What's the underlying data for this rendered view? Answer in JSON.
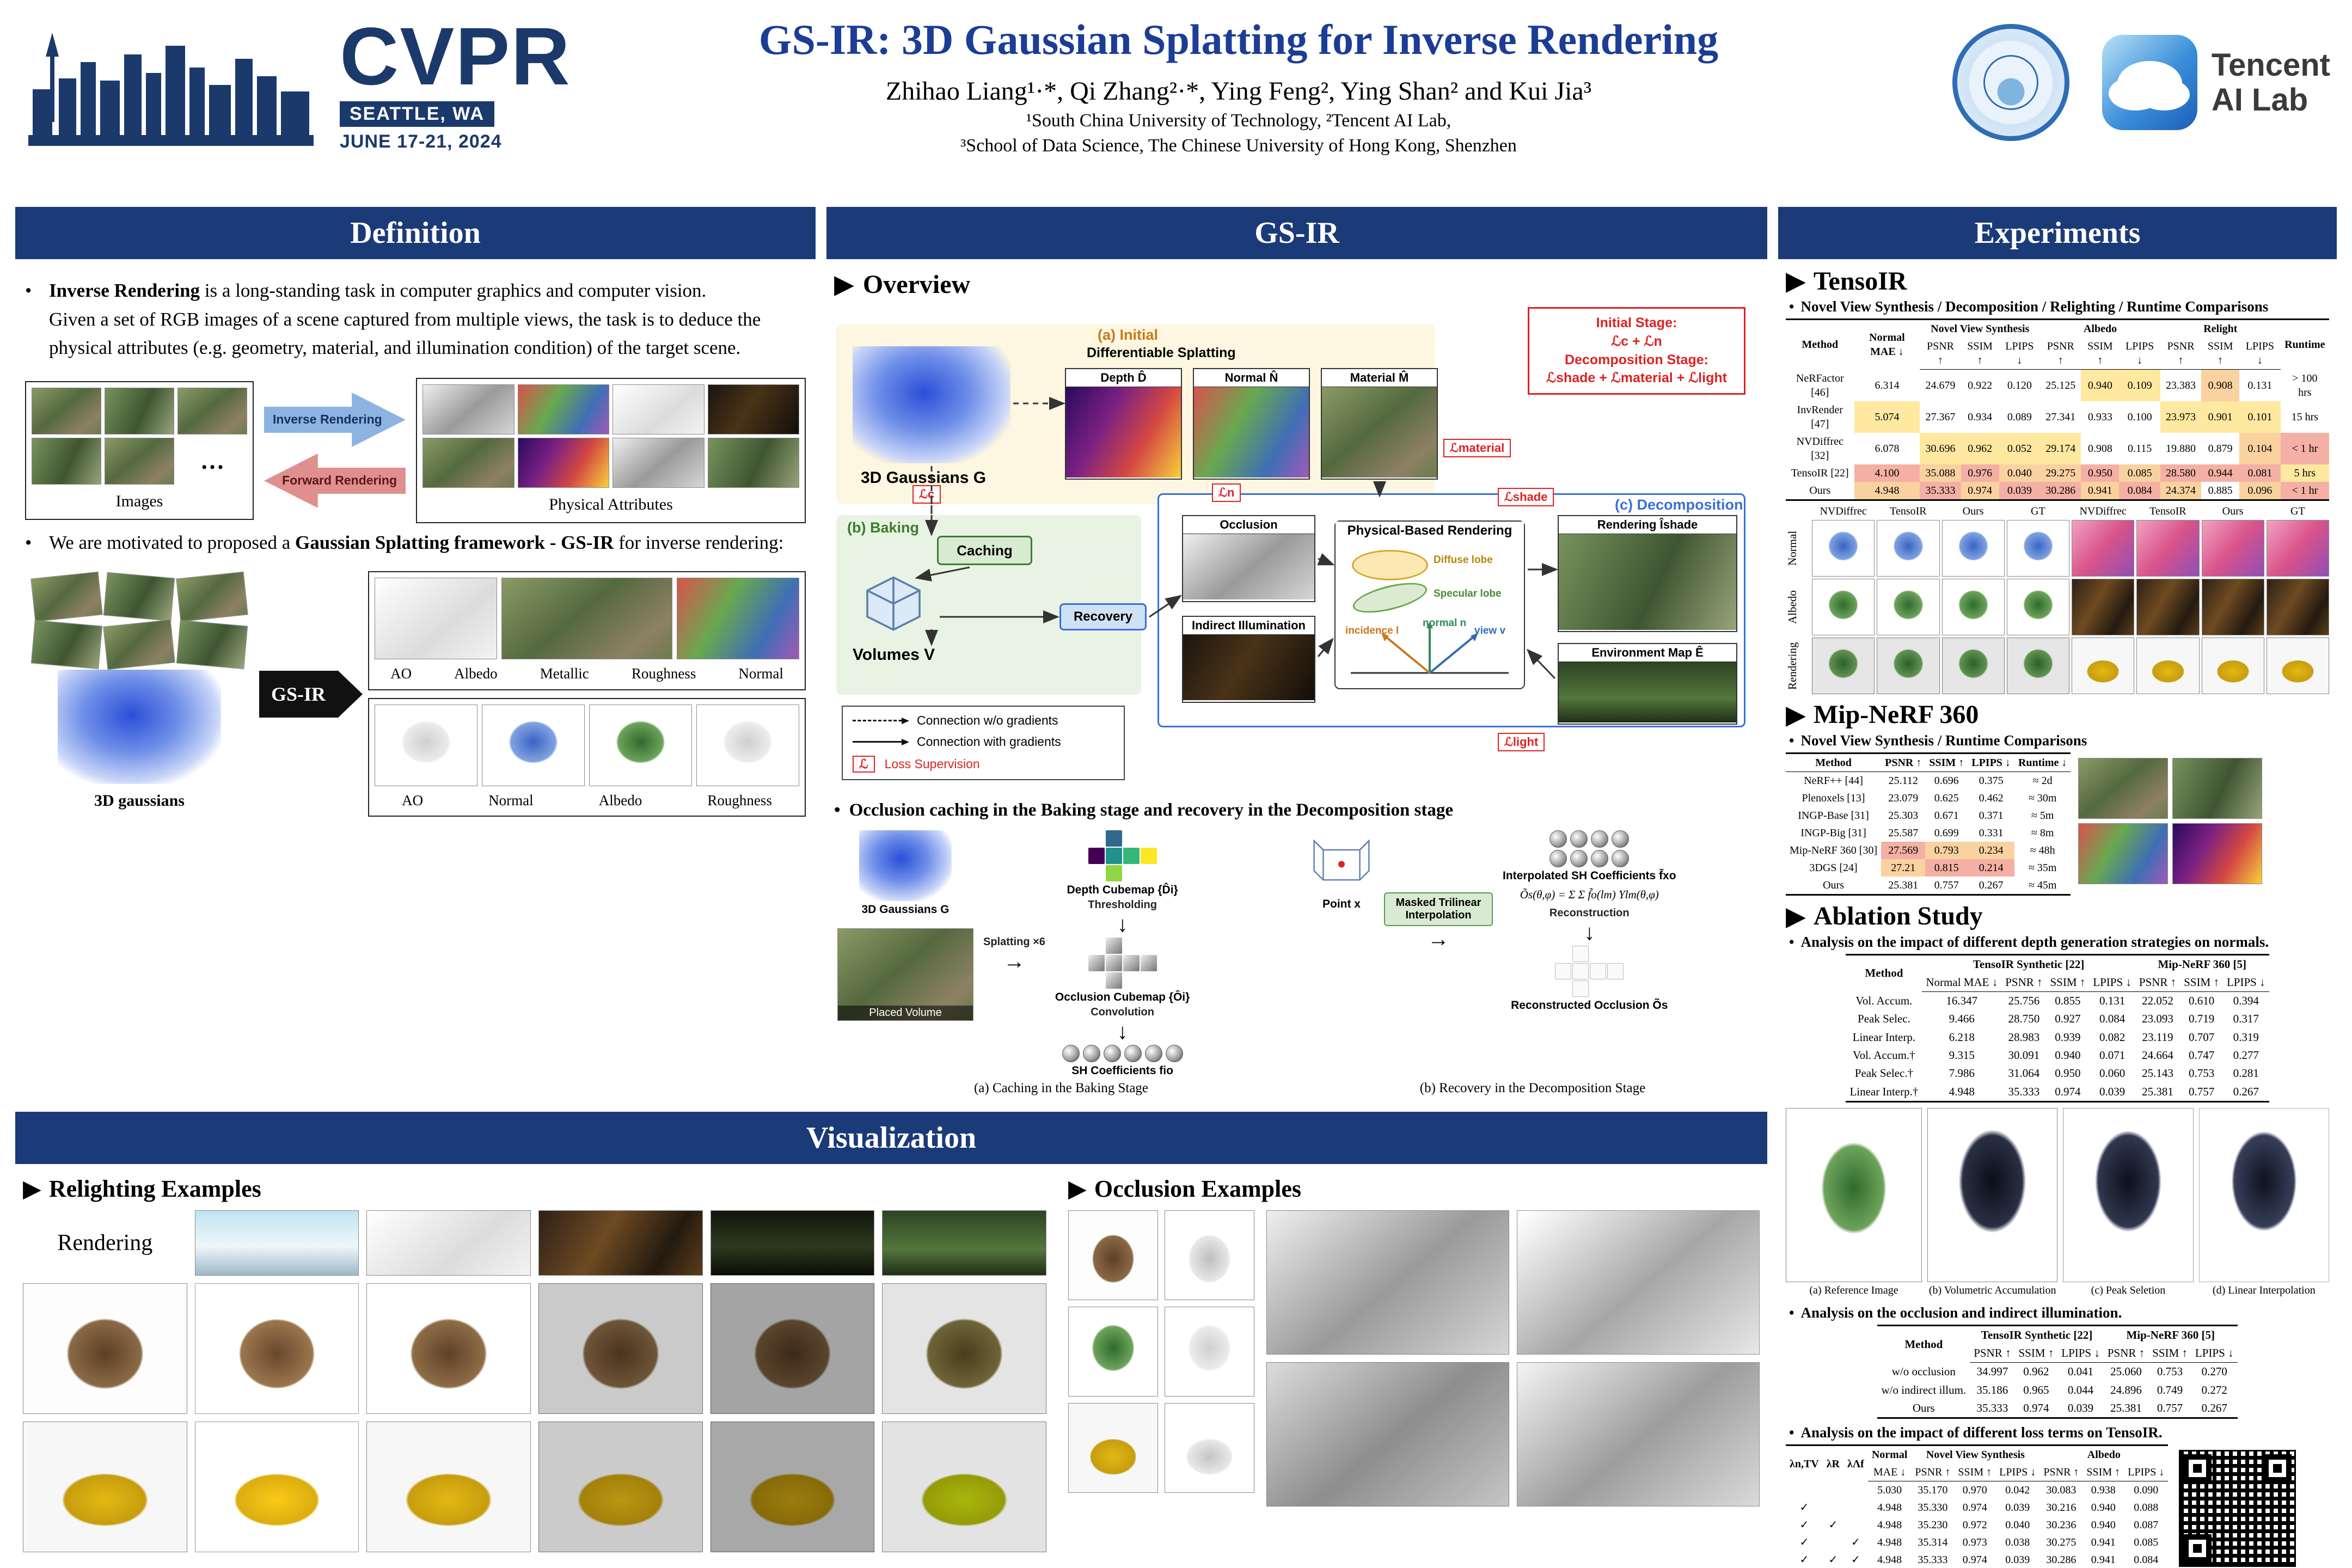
{
  "ui": {
    "pointer": "▶",
    "bullet": "●",
    "dot": "•"
  },
  "banner": {
    "cvpr": "CVPR",
    "location": "SEATTLE, WA",
    "dates": "JUNE 17-21, 2024",
    "title": "GS-IR: 3D Gaussian Splatting for Inverse Rendering",
    "authors": "Zhihao Liang¹·*, Qi Zhang²·*, Ying Feng², Ying Shan² and Kui Jia³",
    "affil1": "¹South China University of Technology, ²Tencent AI Lab,",
    "affil2": "³School of Data Science, The Chinese University of Hong Kong, Shenzhen",
    "tencent_name": "Tencent",
    "tencent_sub": "AI Lab"
  },
  "definition": {
    "heading": "Definition",
    "p1_bold": "Inverse Rendering",
    "p1_rest": " is a long-standing task in computer graphics and computer vision.",
    "p1_cont": "Given a set of RGB images of a scene captured from multiple views, the task is to deduce the physical attributes (e.g. geometry, material, and illumination condition) of the target scene.",
    "fig1": {
      "images_label": "Images",
      "ellipsis": "…",
      "inverse_arrow": "Inverse Rendering",
      "forward_arrow": "Forward Rendering",
      "pa_label": "Physical Attributes"
    },
    "p2_pre": "We are motivated to proposed a ",
    "p2_bold": "Gaussian Splatting framework - GS-IR",
    "p2_post": " for inverse rendering:",
    "fig2": {
      "gaussians_label": "3D gaussians",
      "gsir_label": "GS-IR",
      "rowA_labels": [
        "AO",
        "Albedo",
        "Metallic",
        "Roughness",
        "Normal"
      ],
      "rowB_labels": [
        "AO",
        "Normal",
        "Albedo",
        "Roughness"
      ]
    }
  },
  "gsir": {
    "heading": "GS-IR",
    "overview": "Overview",
    "diagram": {
      "initial": "(a) Initial",
      "baking": "(b) Baking",
      "decomposition": "(c) Decomposition",
      "diff_splatting": "Differentiable Splatting",
      "gaussians": "3D Gaussians G",
      "depth": "Depth D̂",
      "normal": "Normal N̂",
      "material": "Material M̂",
      "caching": "Caching",
      "volumes": "Volumes V",
      "recovery": "Recovery",
      "occlusion": "Occlusion",
      "indirect": "Indirect Illumination",
      "pbr": "Physical-Based Rendering",
      "diffuse_lobe": "Diffuse lobe",
      "specular_lobe": "Specular lobe",
      "normal_n": "normal n",
      "view_v": "view v",
      "incidence_l": "incidence l",
      "rendering": "Rendering Îshade",
      "envmap": "Environment Map Ê",
      "loss_c": "ℒc",
      "loss_n": "ℒn",
      "loss_shade": "ℒshade",
      "loss_material": "ℒmaterial",
      "loss_light": "ℒlight",
      "stage1_title": "Initial Stage:",
      "stage1_losses": "ℒc + ℒn",
      "stage2_title": "Decomposition Stage:",
      "stage2_losses": "ℒshade + ℒmaterial + ℒlight",
      "legend_wo": "Connection w/o gradients",
      "legend_with": "Connection with gradients",
      "legend_loss": "Loss Supervision",
      "legend_loss_icon": "ℒ"
    },
    "occ_heading": "Occlusion caching in the Baking stage and recovery in the Decomposition stage",
    "caching": {
      "gaussians": "3D Gaussians G",
      "splatting": "Splatting",
      "x6": "×6",
      "arrow": "→",
      "down": "↓",
      "depth_cubemap": "Depth Cubemap {D̂i}",
      "thresholding": "Thresholding",
      "occ_cubemap": "Occlusion Cubemap {Ôi}",
      "convolution": "Convolution",
      "sh_coeff": "SH Coefficients fio",
      "placed_volume": "Placed Volume",
      "caption": "(a) Caching in the Baking Stage"
    },
    "recovery_fig": {
      "interp": "Masked Trilinear Interpolation",
      "point": "Point x",
      "interp_sh": "Interpolated SH Coefficients f̃xo",
      "equation": "Õs(θ,φ) = Σ Σ f̃o(lm) Ylm(θ,φ)",
      "reconstruction": "Reconstruction",
      "recon_occ": "Reconstructed Occlusion Õs",
      "caption": "(b) Recovery in the Decomposition Stage"
    }
  },
  "visualization": {
    "heading": "Visualization",
    "relighting": "Relighting Examples",
    "rendering_label": "Rendering",
    "occlusion": "Occlusion Examples"
  },
  "experiments": {
    "heading": "Experiments",
    "tensoir": {
      "heading": "TensoIR",
      "subtitle": "Novel View Synthesis / Decomposition / Relighting / Runtime Comparisons",
      "table": {
        "header_rows": [
          [
            {
              "t": "Method",
              "rs": 2
            },
            {
              "t": "Normal MAE ↓",
              "rs": 2
            },
            {
              "t": "Novel View Synthesis",
              "cs": 3
            },
            {
              "t": "Albedo",
              "cs": 3
            },
            {
              "t": "Relight",
              "cs": 3
            },
            {
              "t": "Runtime",
              "rs": 2
            }
          ],
          [
            "PSNR ↑",
            "SSIM ↑",
            "LPIPS ↓",
            "PSNR ↑",
            "SSIM ↑",
            "LPIPS ↓",
            "PSNR ↑",
            "SSIM ↑",
            "LPIPS ↓"
          ]
        ],
        "rows": [
          [
            "NeRFactor [46]",
            "6.314",
            "24.679",
            "0.922",
            "0.120",
            "25.125",
            {
              "t": "0.940",
              "c": "h3"
            },
            {
              "t": "0.109",
              "c": "h3"
            },
            "23.383",
            {
              "t": "0.908",
              "c": "h2"
            },
            "0.131",
            "> 100 hrs"
          ],
          [
            "InvRender [47]",
            {
              "t": "5.074",
              "c": "h3"
            },
            "27.367",
            "0.934",
            "0.089",
            "27.341",
            "0.933",
            "0.100",
            {
              "t": "23.973",
              "c": "h3"
            },
            {
              "t": "0.901",
              "c": "h3"
            },
            {
              "t": "0.101",
              "c": "h3"
            },
            "15 hrs"
          ],
          [
            "NVDiffrec [32]",
            "6.078",
            {
              "t": "30.696",
              "c": "h3"
            },
            {
              "t": "0.962",
              "c": "h3"
            },
            {
              "t": "0.052",
              "c": "h3"
            },
            {
              "t": "29.174",
              "c": "h3"
            },
            "0.908",
            "0.115",
            "19.880",
            "0.879",
            {
              "t": "0.104",
              "c": "h2"
            },
            {
              "t": "< 1 hr",
              "c": "h1"
            }
          ],
          [
            "TensoIR [22]",
            {
              "t": "4.100",
              "c": "h1"
            },
            {
              "t": "35.088",
              "c": "h2"
            },
            {
              "t": "0.976",
              "c": "h1"
            },
            {
              "t": "0.040",
              "c": "h2"
            },
            {
              "t": "29.275",
              "c": "h2"
            },
            {
              "t": "0.950",
              "c": "h1"
            },
            {
              "t": "0.085",
              "c": "h2"
            },
            {
              "t": "28.580",
              "c": "h1"
            },
            {
              "t": "0.944",
              "c": "h1"
            },
            {
              "t": "0.081",
              "c": "h1"
            },
            {
              "t": "5 hrs",
              "c": "h3"
            }
          ],
          [
            {
              "t": "Ours",
              "c": "b"
            },
            {
              "t": "4.948",
              "c": "h2"
            },
            {
              "t": "35.333",
              "c": "h1"
            },
            {
              "t": "0.974",
              "c": "h2"
            },
            {
              "t": "0.039",
              "c": "h1"
            },
            {
              "t": "30.286",
              "c": "h1"
            },
            {
              "t": "0.941",
              "c": "h2"
            },
            {
              "t": "0.084",
              "c": "h1"
            },
            {
              "t": "24.374",
              "c": "h2"
            },
            "0.885",
            {
              "t": "0.096",
              "c": "h2"
            },
            {
              "t": "< 1 hr",
              "c": "h1"
            }
          ]
        ]
      },
      "grid_cols": [
        "NVDiffrec",
        "TensoIR",
        "Ours",
        "GT",
        "NVDiffrec",
        "TensoIR",
        "Ours",
        "GT"
      ],
      "grid_rows": [
        "Normal",
        "Albedo",
        "Rendering"
      ]
    },
    "mipnerf": {
      "heading": "Mip-NeRF 360",
      "subtitle": "Novel View Synthesis / Runtime Comparisons",
      "table": {
        "header_rows": [
          [
            "Method",
            "PSNR ↑",
            "SSIM ↑",
            "LPIPS ↓",
            "Runtime ↓"
          ]
        ],
        "rows": [
          [
            "NeRF++ [44]",
            "25.112",
            "0.696",
            "0.375",
            "≈ 2d"
          ],
          [
            "Plenoxels [13]",
            "23.079",
            "0.625",
            "0.462",
            "≈ 30m"
          ],
          [
            "INGP-Base [31]",
            "25.303",
            "0.671",
            "0.371",
            "≈ 5m"
          ],
          [
            "INGP-Big [31]",
            "25.587",
            "0.699",
            "0.331",
            "≈ 8m"
          ],
          [
            "Mip-NeRF 360 [30]",
            {
              "t": "27.569",
              "c": "h1"
            },
            {
              "t": "0.793",
              "c": "h2"
            },
            {
              "t": "0.234",
              "c": "h2"
            },
            "≈ 48h"
          ],
          [
            "3DGS [24]",
            {
              "t": "27.21",
              "c": "h2"
            },
            {
              "t": "0.815",
              "c": "h1"
            },
            {
              "t": "0.214",
              "c": "h1"
            },
            "≈ 35m"
          ],
          [
            {
              "t": "Ours",
              "c": "b"
            },
            "25.381",
            "0.757",
            "0.267",
            "≈ 45m"
          ]
        ]
      }
    },
    "ablation": {
      "heading": "Ablation Study",
      "sub1": "Analysis on the impact of different depth generation strategies on normals.",
      "table1": {
        "header_rows": [
          [
            {
              "t": "Method",
              "rs": 2
            },
            {
              "t": "TensoIR Synthetic [22]",
              "cs": 4
            },
            {
              "t": "Mip-NeRF 360 [5]",
              "cs": 3
            }
          ],
          [
            "Normal MAE ↓",
            "PSNR ↑",
            "SSIM ↑",
            "LPIPS ↓",
            "PSNR ↑",
            "SSIM ↑",
            "LPIPS ↓"
          ]
        ],
        "rows": [
          [
            "Vol. Accum.",
            "16.347",
            "25.756",
            "0.855",
            "0.131",
            "22.052",
            "0.610",
            "0.394"
          ],
          [
            "Peak Selec.",
            "9.466",
            "28.750",
            "0.927",
            "0.084",
            "23.093",
            "0.719",
            "0.317"
          ],
          [
            "Linear Interp.",
            "6.218",
            "28.983",
            "0.939",
            "0.082",
            "23.119",
            "0.707",
            "0.319"
          ],
          [
            "Vol. Accum.†",
            "9.315",
            "30.091",
            "0.940",
            "0.071",
            "24.664",
            "0.747",
            "0.277"
          ],
          [
            "Peak Selec.†",
            "7.986",
            "31.064",
            "0.950",
            "0.060",
            "25.143",
            "0.753",
            "0.281"
          ],
          [
            {
              "t": "Linear Interp.†",
              "c": "b"
            },
            {
              "t": "4.948",
              "c": "b"
            },
            {
              "t": "35.333",
              "c": "b"
            },
            {
              "t": "0.974",
              "c": "b"
            },
            {
              "t": "0.039",
              "c": "b"
            },
            {
              "t": "25.381",
              "c": "b"
            },
            {
              "t": "0.757",
              "c": "b"
            },
            {
              "t": "0.267",
              "c": "b"
            }
          ]
        ]
      },
      "fig_captions": [
        "(a) Reference Image",
        "(b) Volumetric Accumulation",
        "(c) Peak Seletion",
        "(d) Linear Interpolation"
      ],
      "sub2": "Analysis on the occlusion and indirect illumination.",
      "table2": {
        "header_rows": [
          [
            {
              "t": "Method",
              "rs": 2
            },
            {
              "t": "TensoIR Synthetic [22]",
              "cs": 3
            },
            {
              "t": "Mip-NeRF 360 [5]",
              "cs": 3
            }
          ],
          [
            "PSNR ↑",
            "SSIM ↑",
            "LPIPS ↓",
            "PSNR ↑",
            "SSIM ↑",
            "LPIPS ↓"
          ]
        ],
        "rows": [
          [
            "w/o occlusion",
            "34.997",
            "0.962",
            "0.041",
            "25.060",
            "0.753",
            "0.270"
          ],
          [
            "w/o indirect illum.",
            "35.186",
            "0.965",
            "0.044",
            "24.896",
            "0.749",
            "0.272"
          ],
          [
            {
              "t": "Ours",
              "c": "b"
            },
            {
              "t": "35.333",
              "c": "b"
            },
            {
              "t": "0.974",
              "c": "b"
            },
            {
              "t": "0.039",
              "c": "b"
            },
            {
              "t": "25.381",
              "c": "b"
            },
            {
              "t": "0.757",
              "c": "b"
            },
            {
              "t": "0.267",
              "c": "b"
            }
          ]
        ]
      },
      "sub3": "Analysis on the impact of different loss terms on TensoIR.",
      "table3": {
        "header_rows": [
          [
            {
              "t": "λn,TV",
              "rs": 2
            },
            {
              "t": "λR",
              "rs": 2
            },
            {
              "t": "λΛf",
              "rs": 2
            },
            {
              "t": "Normal",
              "cs": 1
            },
            {
              "t": "Novel View Synthesis",
              "cs": 3
            },
            {
              "t": "Albedo",
              "cs": 3
            }
          ],
          [
            "MAE ↓",
            "PSNR ↑",
            "SSIM ↑",
            "LPIPS ↓",
            "PSNR ↑",
            "SSIM ↑",
            "LPIPS ↓"
          ]
        ],
        "rows": [
          [
            "",
            "",
            "",
            "5.030",
            "35.170",
            "0.970",
            "0.042",
            "30.083",
            "0.938",
            "0.090"
          ],
          [
            "✓",
            "",
            "",
            "4.948",
            "35.330",
            "0.974",
            "0.039",
            "30.216",
            "0.940",
            "0.088"
          ],
          [
            "✓",
            "✓",
            "",
            "4.948",
            "35.230",
            "0.972",
            "0.040",
            "30.236",
            "0.940",
            "0.087"
          ],
          [
            "✓",
            "",
            "✓",
            "4.948",
            "35.314",
            "0.973",
            {
              "t": "0.038",
              "c": "b"
            },
            "30.275",
            {
              "t": "0.941",
              "c": "b"
            },
            "0.085"
          ],
          [
            "✓",
            "✓",
            "✓",
            {
              "t": "4.948",
              "c": "b"
            },
            {
              "t": "35.333",
              "c": "b"
            },
            {
              "t": "0.974",
              "c": "b"
            },
            "0.039",
            {
              "t": "30.286",
              "c": "b"
            },
            {
              "t": "0.941",
              "c": "b"
            },
            {
              "t": "0.084",
              "c": "b"
            }
          ]
        ]
      }
    }
  }
}
